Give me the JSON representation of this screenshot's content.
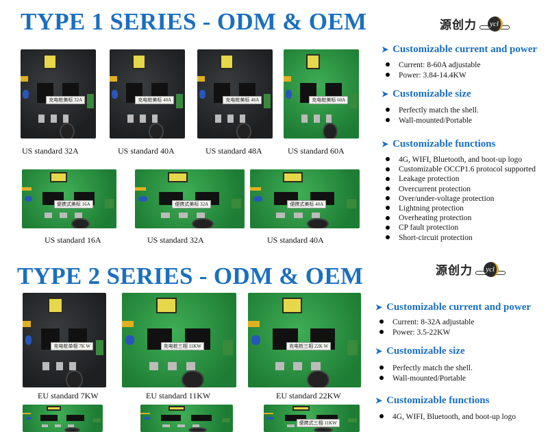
{
  "type1": {
    "title": "TYPE 1 SERIES - ODM & OEM",
    "logo": {
      "cn": "源创力",
      "mark": "ycl"
    },
    "boards": [
      {
        "caption": "US standard 32A",
        "sticker": "充电桩美标 32A",
        "color": "dark"
      },
      {
        "caption": "US standard 40A",
        "sticker": "充电桩美标 40A",
        "color": "dark"
      },
      {
        "caption": "US standard 48A",
        "sticker": "充电桩美标 48A",
        "color": "dark"
      },
      {
        "caption": "US standard 60A",
        "sticker": "充电桩美标 60A",
        "color": "green"
      },
      {
        "caption": "US standard 16A",
        "sticker": "便携式美标 16A",
        "color": "green"
      },
      {
        "caption": "US standard 32A",
        "sticker": "便携式美标 32A",
        "color": "green"
      },
      {
        "caption": "US standard 40A",
        "sticker": "便携式美标 40A",
        "color": "green"
      }
    ],
    "features": [
      {
        "heading": "Customizable current and power",
        "items": [
          "Current: 8-60A adjustable",
          "Power: 3.84-14.4KW"
        ]
      },
      {
        "heading": "Customizable size",
        "items": [
          "Perfectly match the shell.",
          "Wall-mounted/Portable"
        ]
      },
      {
        "heading": "Customizable functions",
        "items": [
          "4G, WIFI, Bluetooth, and boot-up logo",
          "Customizable OCCP1.6 protocol supported",
          "Leakage protection",
          "Overcurrent protection",
          "Over/under-voltage protection",
          "Lightning protection",
          "Overheating protection",
          "CP fault protection",
          "Short-circuit protection"
        ]
      }
    ]
  },
  "type2": {
    "title": "TYPE 2 SERIES - ODM & OEM",
    "logo": {
      "cn": "源创力",
      "mark": "ycl"
    },
    "boards": [
      {
        "caption": "EU standard 7KW",
        "sticker": "充电桩单相 7K W",
        "color": "dark"
      },
      {
        "caption": "EU standard 11KW",
        "sticker": "充电桩三相 11KW",
        "color": "green"
      },
      {
        "caption": "EU standard 22KW",
        "sticker": "充电桩三相 22K W",
        "color": "green"
      },
      {
        "caption": "",
        "sticker": "",
        "color": "green"
      },
      {
        "caption": "",
        "sticker": "",
        "color": "green"
      },
      {
        "caption": "",
        "sticker": "便携式三相 11KW",
        "color": "green"
      }
    ],
    "features": [
      {
        "heading": "Customizable current and power",
        "items": [
          "Current: 8-32A adjustable",
          "Power: 3.5-22KW"
        ]
      },
      {
        "heading": "Customizable size",
        "items": [
          "Perfectly match the shell.",
          "Wall-mounted/Portable"
        ]
      },
      {
        "heading": "Customizable functions",
        "items": [
          "4G, WIFI, Bluetooth, and boot-up logo"
        ]
      }
    ]
  },
  "colors": {
    "heading_blue": "#1a6fc0",
    "pcb_dark": "#1d1f21",
    "pcb_green": "#2a9040"
  }
}
